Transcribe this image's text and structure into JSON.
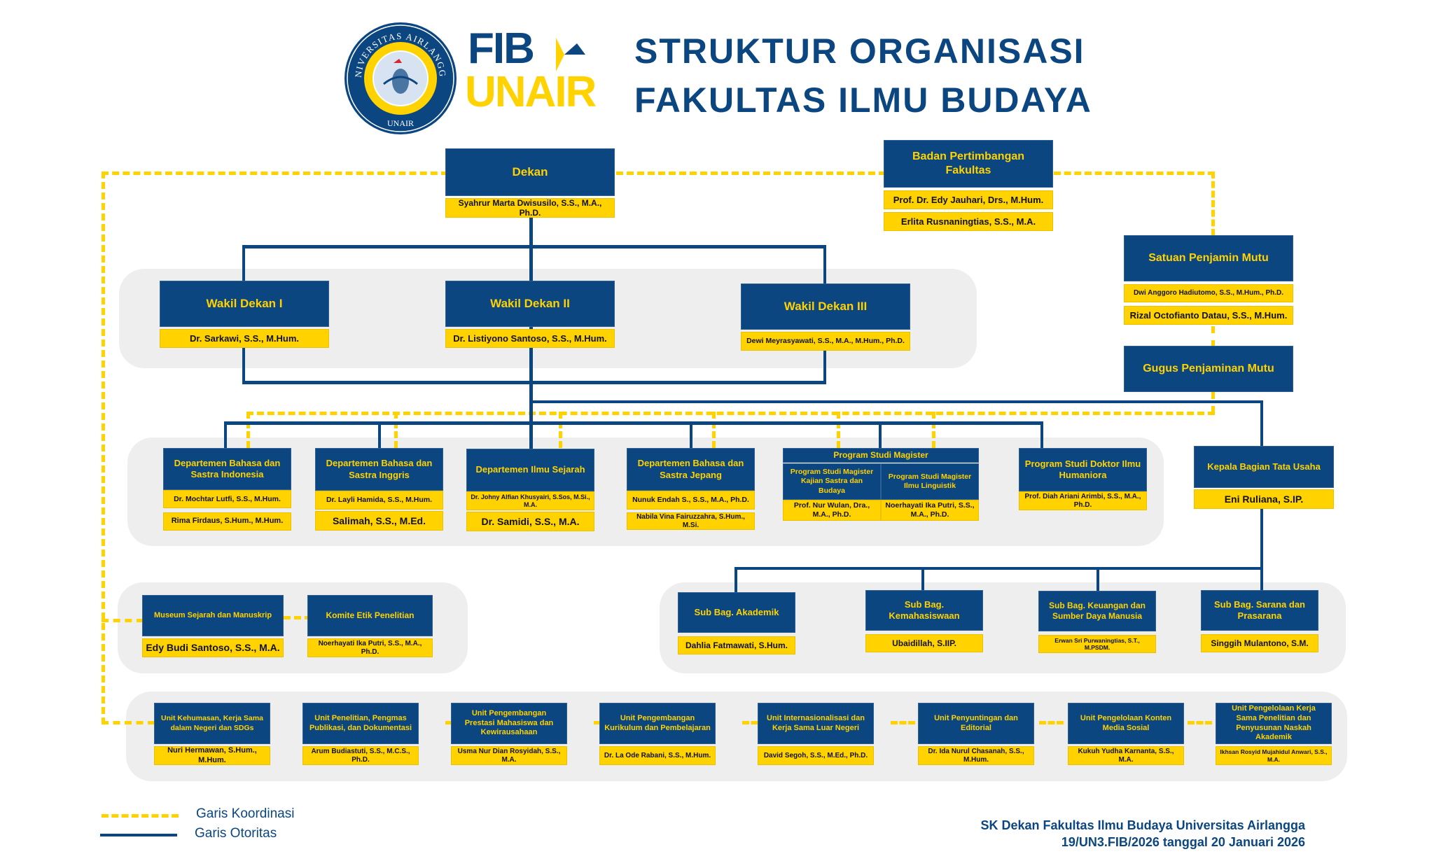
{
  "header": {
    "seal": {
      "top_text": "UNIVERSITAS AIRLANGGA",
      "bottom_text": "UNAIR"
    },
    "logo": {
      "line1": "FIB",
      "line2": "UNAIR"
    },
    "title_line1": "STRUKTUR ORGANISASI",
    "title_line2": "FAKULTAS ILMU BUDAYA"
  },
  "colors": {
    "primary_blue": "#0b4680",
    "accent_yellow": "#ffd200",
    "panel_gray": "#eeeeee"
  },
  "top": {
    "dekan": {
      "title": "Dekan",
      "names": [
        "Syahrur Marta Dwisusilo, S.S., M.A., Ph.D."
      ]
    },
    "badan": {
      "title": "Badan Pertimbangan Fakultas",
      "names": [
        "Prof. Dr. Edy Jauhari, Drs., M.Hum.",
        "Erlita Rusnaningtias, S.S., M.A."
      ]
    },
    "spm": {
      "title": "Satuan Penjamin Mutu",
      "names": [
        "Dwi Anggoro Hadiutomo, S.S., M.Hum., Ph.D.",
        "Rizal Octofianto Datau, S.S., M.Hum."
      ]
    },
    "gpm": {
      "title": "Gugus Penjaminan Mutu"
    }
  },
  "wakil": [
    {
      "title": "Wakil Dekan I",
      "name": "Dr. Sarkawi, S.S., M.Hum."
    },
    {
      "title": "Wakil Dekan II",
      "name": "Dr. Listiyono Santoso, S.S., M.Hum."
    },
    {
      "title": "Wakil Dekan III",
      "name": "Dewi Meyrasyawati, S.S., M.A., M.Hum., Ph.D."
    }
  ],
  "departments": [
    {
      "title": "Departemen Bahasa dan Sastra Indonesia",
      "names": [
        "Dr. Mochtar Lutfi, S.S., M.Hum.",
        "Rima Firdaus, S.Hum., M.Hum."
      ]
    },
    {
      "title": "Departemen Bahasa dan Sastra Inggris",
      "names": [
        "Dr. Layli Hamida, S.S., M.Hum.",
        "Salimah, S.S., M.Ed."
      ]
    },
    {
      "title": "Departemen Ilmu Sejarah",
      "names": [
        "Dr. Johny Alfian Khusyairi, S.Sos, M.Si., M.A.",
        "Dr. Samidi, S.S., M.A."
      ]
    },
    {
      "title": "Departemen Bahasa dan Sastra Jepang",
      "names": [
        "Nunuk Endah S., S.S., M.A., Ph.D.",
        "Nabila Vina Fairuzzahra, S.Hum., M.Si."
      ]
    }
  ],
  "magister": {
    "title": "Program Studi Magister",
    "programs": [
      {
        "title": "Program Studi Magister Kajian Sastra dan Budaya",
        "name": "Prof. Nur Wulan, Dra., M.A., Ph.D."
      },
      {
        "title": "Program Studi Magister Ilmu Linguistik",
        "name": "Noerhayati Ika Putri, S.S., M.A., Ph.D."
      }
    ]
  },
  "doktor": {
    "title": "Program Studi Doktor Ilmu Humaniora",
    "name": "Prof. Diah Ariani Arimbi, S.S., M.A., Ph.D."
  },
  "kabag": {
    "title": "Kepala Bagian Tata Usaha",
    "name": "Eni Ruliana, S.IP."
  },
  "museum": {
    "title": "Museum Sejarah dan Manuskrip",
    "name": "Edy Budi Santoso, S.S., M.A."
  },
  "komite": {
    "title": "Komite Etik Penelitian",
    "name": "Noerhayati Ika Putri, S.S., M.A., Ph.D."
  },
  "subbag": [
    {
      "title": "Sub Bag. Akademik",
      "name": "Dahlia Fatmawati, S.Hum."
    },
    {
      "title": "Sub Bag. Kemahasiswaan",
      "name": "Ubaidillah, S.IIP."
    },
    {
      "title": "Sub Bag. Keuangan dan Sumber Daya Manusia",
      "name": "Erwan Sri Purwaningtias, S.T., M.PSDM."
    },
    {
      "title": "Sub Bag. Sarana dan Prasarana",
      "name": "Singgih Mulantono, S.M."
    }
  ],
  "units": [
    {
      "title": "Unit Kehumasan, Kerja Sama dalam Negeri dan SDGs",
      "name": "Nuri Hermawan, S.Hum., M.Hum."
    },
    {
      "title": "Unit Penelitian, Pengmas Publikasi, dan Dokumentasi",
      "name": "Arum Budiastuti, S.S., M.C.S., Ph.D."
    },
    {
      "title": "Unit Pengembangan Prestasi Mahasiswa dan Kewirausahaan",
      "name": "Usma Nur Dian Rosyidah, S.S., M.A."
    },
    {
      "title": "Unit Pengembangan Kurikulum dan Pembelajaran",
      "name": "Dr. La Ode Rabani, S.S., M.Hum."
    },
    {
      "title": "Unit Internasionalisasi dan Kerja Sama Luar Negeri",
      "name": "David Segoh, S.S., M.Ed., Ph.D."
    },
    {
      "title": "Unit Penyuntingan dan Editorial",
      "name": "Dr. Ida Nurul Chasanah, S.S., M.Hum."
    },
    {
      "title": "Unit Pengelolaan Konten Media Sosial",
      "name": "Kukuh Yudha Karnanta, S.S., M.A."
    },
    {
      "title": "Unit Pengelolaan Kerja Sama Penelitian dan Penyusunan Naskah Akademik",
      "name": "Ikhsan Rosyid Mujahidul Anwari, S.S., M.A."
    }
  ],
  "legend": {
    "coordination": "Garis Koordinasi",
    "authority": "Garis Otoritas"
  },
  "footer": {
    "line1": "SK Dekan Fakultas Ilmu Budaya Universitas Airlangga",
    "line2": "19/UN3.FIB/2026 tanggal 20 Januari 2026"
  }
}
